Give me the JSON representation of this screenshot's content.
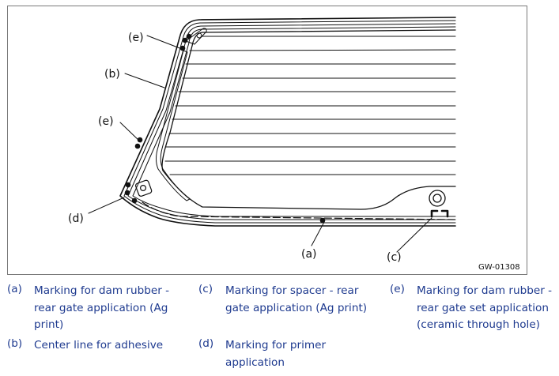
{
  "figure": {
    "id": "GW-01308",
    "callouts": {
      "a": "(a)",
      "b": "(b)",
      "c": "(c)",
      "d": "(d)",
      "e_top": "(e)",
      "e_mid": "(e)"
    }
  },
  "legend": [
    {
      "key": "(a)",
      "text": "Marking for dam rubber - rear gate application (Ag print)"
    },
    {
      "key": "(b)",
      "text": "Center line for adhesive"
    },
    {
      "key": "(c)",
      "text": "Marking for spacer - rear gate application (Ag print)"
    },
    {
      "key": "(d)",
      "text": "Marking for primer application"
    },
    {
      "key": "(e)",
      "text": "Marking for dam rubber - rear gate set application (ceramic through hole)"
    }
  ],
  "colors": {
    "legend_text": "#1e3a8f",
    "line": "#111111",
    "frame": "#7a7a7a"
  }
}
